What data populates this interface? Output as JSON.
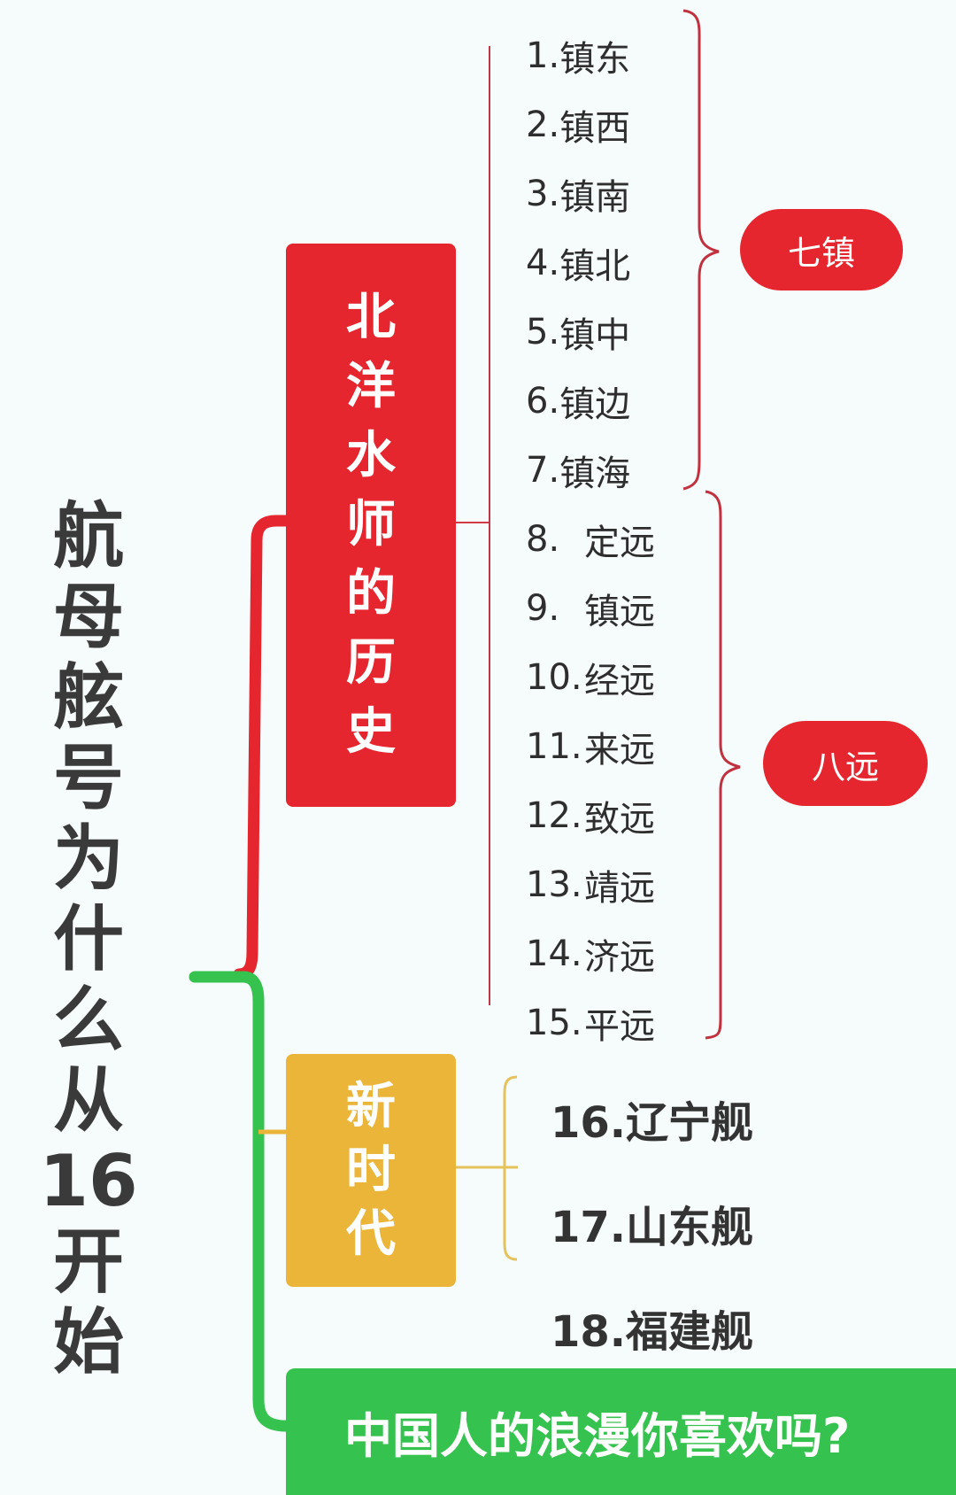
{
  "main_title": {
    "chars": [
      "航",
      "母",
      "舷",
      "号",
      "为",
      "什",
      "么",
      "从",
      "16",
      "开",
      "始"
    ],
    "text": "航母舷号为什么从16开始"
  },
  "branches": {
    "beiyang": {
      "label_chars": [
        "北",
        "洋",
        "水",
        "师",
        "的",
        "历",
        "史"
      ],
      "label": "北洋水师的历史",
      "color": "#e5262f"
    },
    "new_era": {
      "label_chars": [
        "新",
        "时",
        "代"
      ],
      "label": "新时代",
      "color": "#ebb53a"
    },
    "conclusion": {
      "label": "中国人的浪漫你喜欢吗?",
      "color": "#35c24f"
    }
  },
  "ships": [
    {
      "num": "1.",
      "name": "镇东"
    },
    {
      "num": "2.",
      "name": "镇西"
    },
    {
      "num": "3.",
      "name": "镇南"
    },
    {
      "num": "4.",
      "name": "镇北"
    },
    {
      "num": "5.",
      "name": "镇中"
    },
    {
      "num": "6.",
      "name": "镇边"
    },
    {
      "num": "7.",
      "name": "镇海"
    },
    {
      "num": "8.",
      "name": "定远"
    },
    {
      "num": "9.",
      "name": "镇远"
    },
    {
      "num": "10.",
      "name": "经远"
    },
    {
      "num": "11.",
      "name": "来远"
    },
    {
      "num": "12.",
      "name": "致远"
    },
    {
      "num": "13.",
      "name": "靖远"
    },
    {
      "num": "14.",
      "name": "济远"
    },
    {
      "num": "15.",
      "name": "平远"
    }
  ],
  "groups": {
    "seven": {
      "label": "七镇",
      "range": "1-7"
    },
    "eight": {
      "label": "八远",
      "range": "8-15"
    }
  },
  "carriers": [
    {
      "label": "16.辽宁舰"
    },
    {
      "label": "17.山东舰"
    },
    {
      "label": "18.福建舰"
    }
  ]
}
